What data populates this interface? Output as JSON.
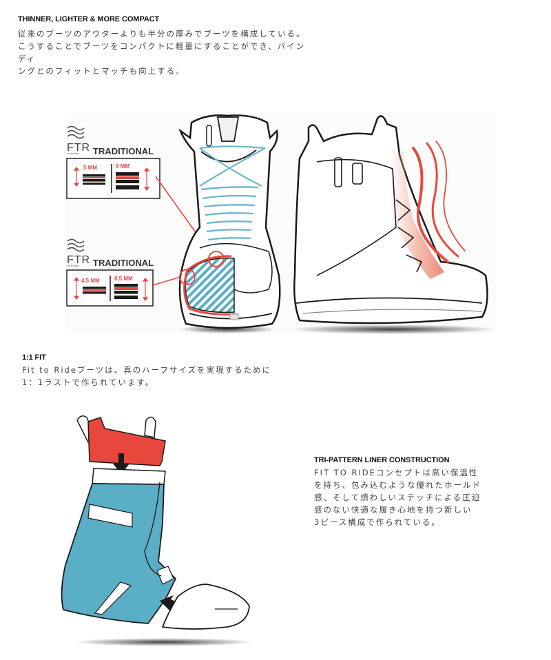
{
  "sections": [
    {
      "heading": "THINNER, LIGHTER & MORE COMPACT",
      "body": "従来のブーツのアウターよりも半分の厚みでブーツを構成している。\nこうすることでブーツをコンパクトに軽量にすることができ、バインディ\nングとのフィットとマッチも向上する。"
    },
    {
      "heading": "1:1 FIT",
      "body": "Fit to Rideブーツは、真のハーフサイズを実現するために\n1：1ラストで作られています。"
    },
    {
      "heading": "TRI-PATTERN LINER CONSTRUCTION",
      "body": "FIT TO RIDEコンセプトは高い保温性\nを持ち、包み込むような優れたホールド\n感、そして煩わしいステッチによる圧迫\n感のない快適な履き心地を持つ新しい\n3ピース構成で作られている。"
    }
  ],
  "comparison_diagram": {
    "logo_text": "FTR",
    "logo_subtext": "FIT TO RIDE",
    "callouts": [
      {
        "label": "TRADITIONAL",
        "ftr_value": "5 MM",
        "traditional_value": "9 MM"
      },
      {
        "label": "TRADITIONAL",
        "ftr_value": "4,5 MM",
        "traditional_value": "8,5 MM"
      }
    ]
  },
  "colors": {
    "accent_red": "#e8473d",
    "liner_blue": "#5aaec6",
    "lace_blue": "#6bb7cf",
    "ink": "#1a1a1a"
  }
}
